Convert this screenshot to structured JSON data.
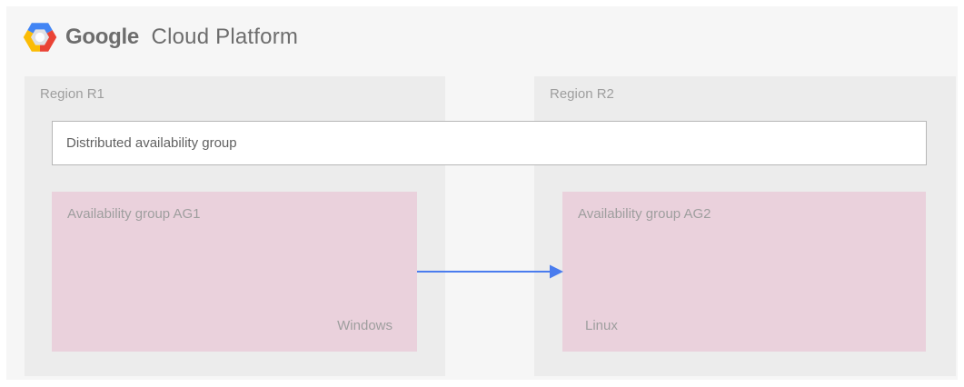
{
  "header": {
    "brand": "Google",
    "product": "Cloud Platform"
  },
  "distributed_group": {
    "label": "Distributed availability group"
  },
  "regions": [
    {
      "label": "Region R1",
      "group": {
        "label": "Availability group AG1",
        "os": "Windows"
      }
    },
    {
      "label": "Region R2",
      "group": {
        "label": "Availability group AG2",
        "os": "Linux"
      }
    }
  ],
  "arrow": {
    "from": "Availability group AG1",
    "to": "Availability group AG2"
  },
  "colors": {
    "page": "#f6f6f6",
    "region": "#ececec",
    "group": "#ead1dc",
    "arrow": "#4a7cee",
    "box-border": "#b7b7b7",
    "label": "#9e9e9e",
    "dist-label": "#616161",
    "logo-text": "#6d6d6d",
    "logo-blue": "#4285f4",
    "logo-red": "#ea4335",
    "logo-yellow": "#fbbc05"
  }
}
